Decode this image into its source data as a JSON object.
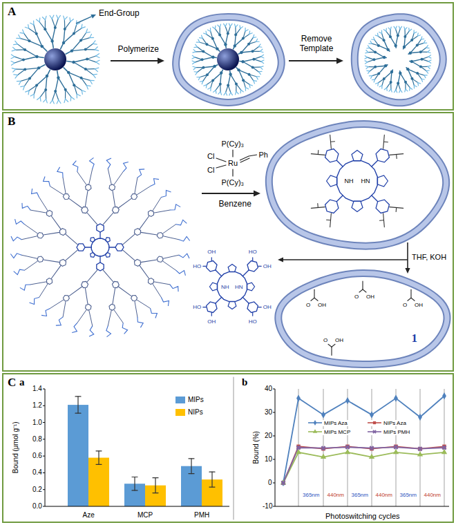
{
  "diagram": {
    "nodes": [
      {
        "text": [
          "A"
        ]
      },
      {
        "text": [
          "B"
        ]
      },
      {
        "text": [
          "C"
        ]
      }
    ],
    "labels": [
      "End-Group",
      "Polymerize",
      "Remove Template",
      "P(Cy)₃",
      "Cl",
      "Ru",
      "Ph",
      "Cl",
      "P(Cy)₃",
      "Benzene",
      "NH",
      "HN",
      "HO",
      "OH",
      "HO",
      "OH",
      "HO",
      "OH",
      "HO",
      "OH",
      "NH",
      "HN",
      "THF, KOH",
      "O",
      "OH",
      "O",
      "OH",
      "O",
      "OH",
      "O",
      "OH",
      "1",
      "a",
      "1.4",
      "1.2",
      "1.0",
      "0.8",
      "0.6",
      "0.4",
      "0.2",
      "0.0",
      "Bound (μmol g⁻¹)",
      "Aze",
      "MCP",
      "PMH",
      "b",
      "40",
      "30",
      "20",
      "10",
      "0",
      "-10",
      "Bound (%)",
      "365nm",
      "440nm",
      "365nm",
      "440nm",
      "365nm",
      "440nm",
      "Photoswitching cycles"
    ],
    "legend": [
      {
        "text": "MIPs",
        "color": "#5b9bd5"
      },
      {
        "text": "NIPs",
        "color": "#ffc000"
      },
      {
        "text": "MIPs Aza"
      },
      {
        "text": "NIPs Aza"
      },
      {
        "text": "MIPs MCP"
      },
      {
        "text": "MIPs PMH"
      }
    ]
  }
}
